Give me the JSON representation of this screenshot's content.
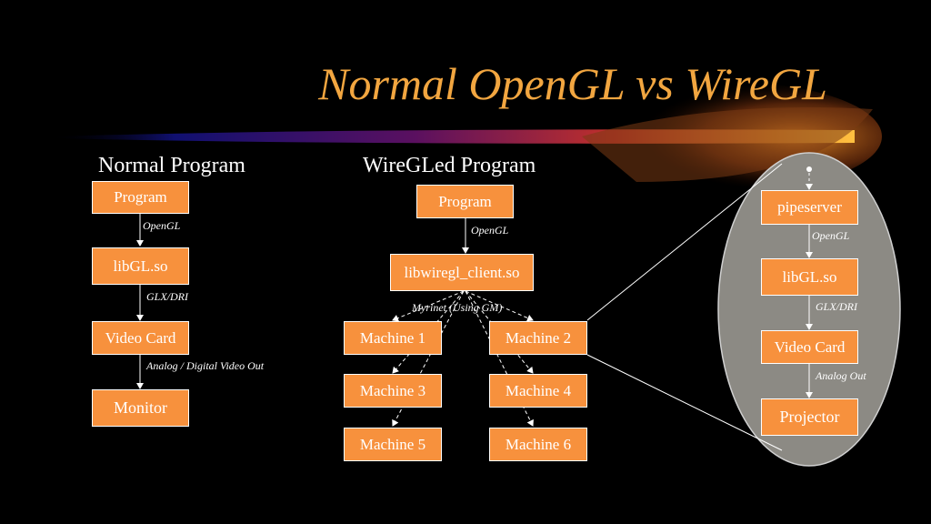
{
  "title": "Normal OpenGL vs WireGL",
  "normal": {
    "heading": "Normal Program",
    "program": "Program",
    "opengl": "OpenGL",
    "libgl": "libGL.so",
    "glx": "GLX/DRI",
    "videocard": "Video Card",
    "analog": "Analog / Digital Video Out",
    "monitor": "Monitor"
  },
  "wiregl": {
    "heading": "WireGLed Program",
    "program": "Program",
    "opengl": "OpenGL",
    "client": "libwiregl_client.so",
    "myrinet": "Myrinet (Using GM)",
    "machines": [
      "Machine 1",
      "Machine 2",
      "Machine 3",
      "Machine 4",
      "Machine 5",
      "Machine 6"
    ]
  },
  "server": {
    "pipeserver": "pipeserver",
    "opengl": "OpenGL",
    "libgl": "libGL.so",
    "glx": "GLX/DRI",
    "videocard": "Video Card",
    "analog": "Analog Out",
    "projector": "Projector"
  },
  "colors": {
    "box": "#f7913d",
    "title": "#f2a640",
    "oval": "#8c8a84"
  }
}
